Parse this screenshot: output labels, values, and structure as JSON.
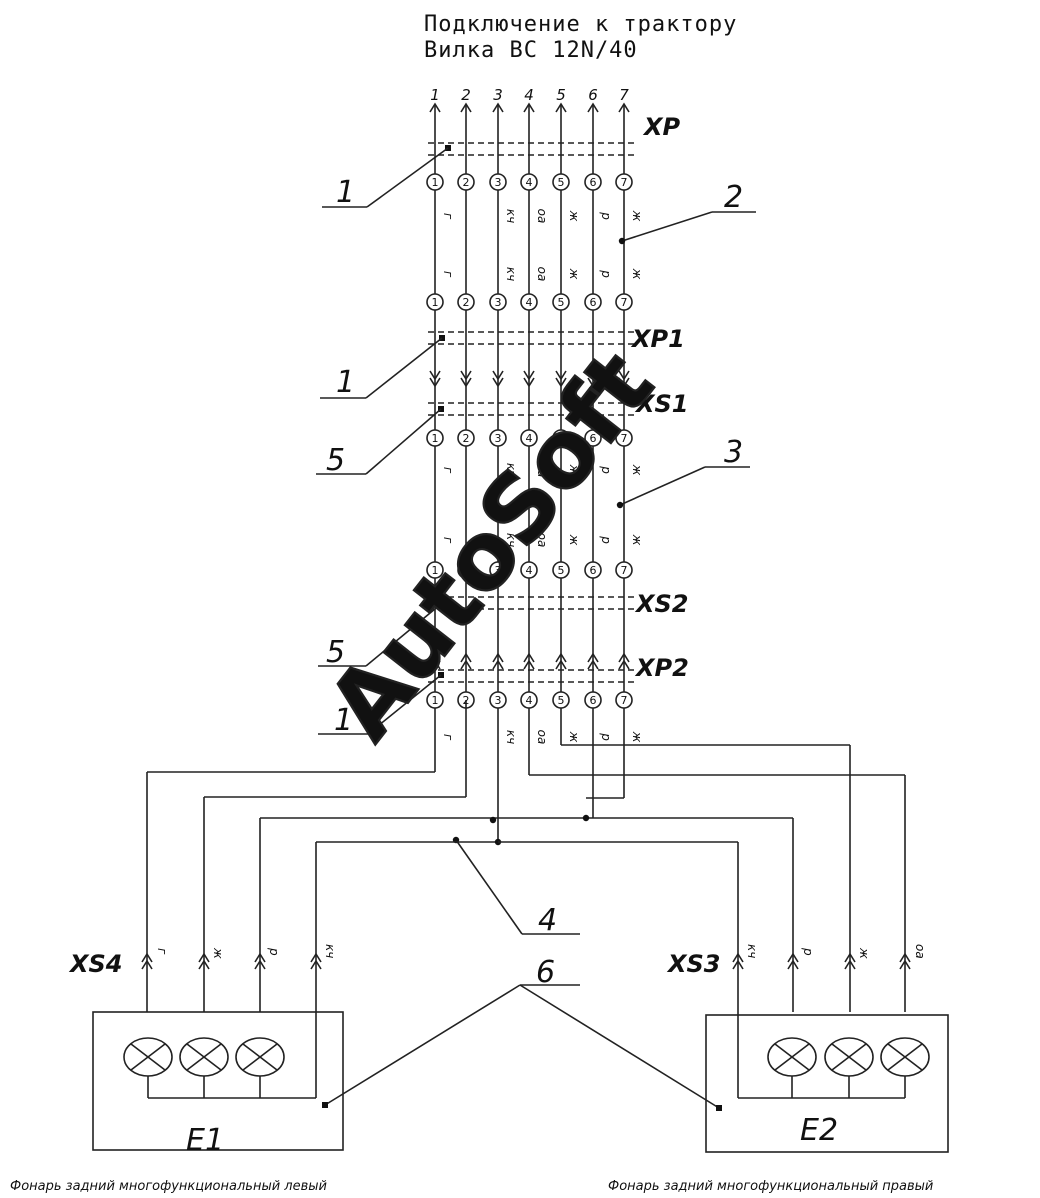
{
  "title": {
    "line1": "Подключение к трактору",
    "line2": "Вилка ВС 12N/40"
  },
  "pins": [
    "1",
    "2",
    "3",
    "4",
    "5",
    "6",
    "7"
  ],
  "wire_codes": [
    "г",
    "кч",
    "оа",
    "ж",
    "р",
    "ж"
  ],
  "connectors": {
    "xp": "XP",
    "xp1": "XP1",
    "xs1": "XS1",
    "xs2": "XS2",
    "xp2": "XP2",
    "xs4": "XS4",
    "xs3": "XS3"
  },
  "callouts": [
    "1",
    "2",
    "1",
    "5",
    "3",
    "5",
    "1",
    "4",
    "6"
  ],
  "xs4_wires": [
    "г",
    "ж",
    "р",
    "кч"
  ],
  "xs3_wires": [
    "кч",
    "р",
    "ж",
    "оа"
  ],
  "lamps": {
    "left_id": "E1",
    "right_id": "E2",
    "left_caption": "Фонарь задний многофункциональный левый",
    "right_caption": "Фонарь задний многофункциональный правый"
  },
  "watermark": "AutoSoft"
}
